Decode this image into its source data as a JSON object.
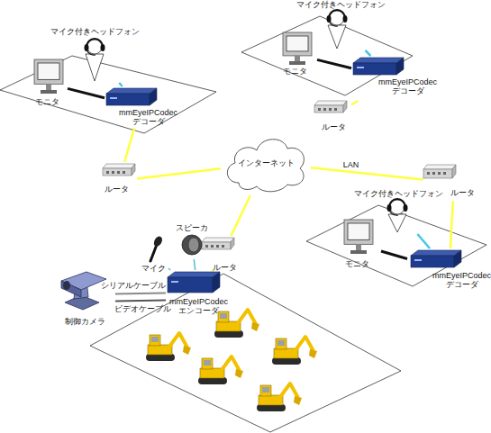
{
  "diagram": {
    "nodes": [
      {
        "text": [
          "インターネット"
        ]
      },
      {
        "text": [
          "ルータ"
        ]
      },
      {
        "text": [
          "ルータ"
        ]
      },
      {
        "text": [
          "ルータ"
        ]
      },
      {
        "text": [
          "ルータ"
        ]
      },
      {
        "text": [
          "mmEyeIPCodec デコーダ"
        ]
      },
      {
        "text": [
          "mmEyeIPCodec デコーダ"
        ]
      },
      {
        "text": [
          "mmEyeIPCodec デコーダ"
        ]
      },
      {
        "text": [
          "mmEyeIPCodec エンコーダ"
        ]
      },
      {
        "text": [
          "モニタ"
        ]
      },
      {
        "text": [
          "モニタ"
        ]
      },
      {
        "text": [
          "モニタ"
        ]
      },
      {
        "text": [
          "マイク付きヘッドフォン"
        ]
      },
      {
        "text": [
          "マイク付きヘッドフォン"
        ]
      },
      {
        "text": [
          "マイク付きヘッドフォン"
        ]
      },
      {
        "text": [
          "マイク"
        ]
      },
      {
        "text": [
          "スピーカ"
        ]
      },
      {
        "text": [
          "制御カメラ"
        ]
      }
    ],
    "edges": [
      {
        "from": 1,
        "to": 0,
        "arrow": "none"
      },
      {
        "from": 2,
        "to": 0,
        "arrow": "none"
      },
      {
        "from": 0,
        "to": 3,
        "label": "LAN",
        "arrow": "none"
      },
      {
        "from": 4,
        "to": 0,
        "arrow": "none"
      },
      {
        "from": 5,
        "to": 1,
        "arrow": "none"
      },
      {
        "from": 6,
        "to": 2,
        "arrow": "none"
      },
      {
        "from": 3,
        "to": 7,
        "arrow": "none"
      },
      {
        "from": 8,
        "to": 4,
        "arrow": "none"
      },
      {
        "from": 9,
        "to": 5,
        "arrow": "none"
      },
      {
        "from": 12,
        "to": 5,
        "arrow": "none"
      },
      {
        "from": 10,
        "to": 6,
        "arrow": "none"
      },
      {
        "from": 13,
        "to": 6,
        "arrow": "none"
      },
      {
        "from": 11,
        "to": 7,
        "arrow": "none"
      },
      {
        "from": 14,
        "to": 7,
        "arrow": "none"
      },
      {
        "from": 15,
        "to": 8,
        "arrow": "none"
      },
      {
        "from": 16,
        "to": 8,
        "arrow": "none"
      },
      {
        "from": 17,
        "to": 8,
        "label": "シリアルケーブル",
        "arrow": "none"
      },
      {
        "from": 17,
        "to": 8,
        "label": "ビデオケーブル",
        "arrow": "none"
      }
    ]
  }
}
